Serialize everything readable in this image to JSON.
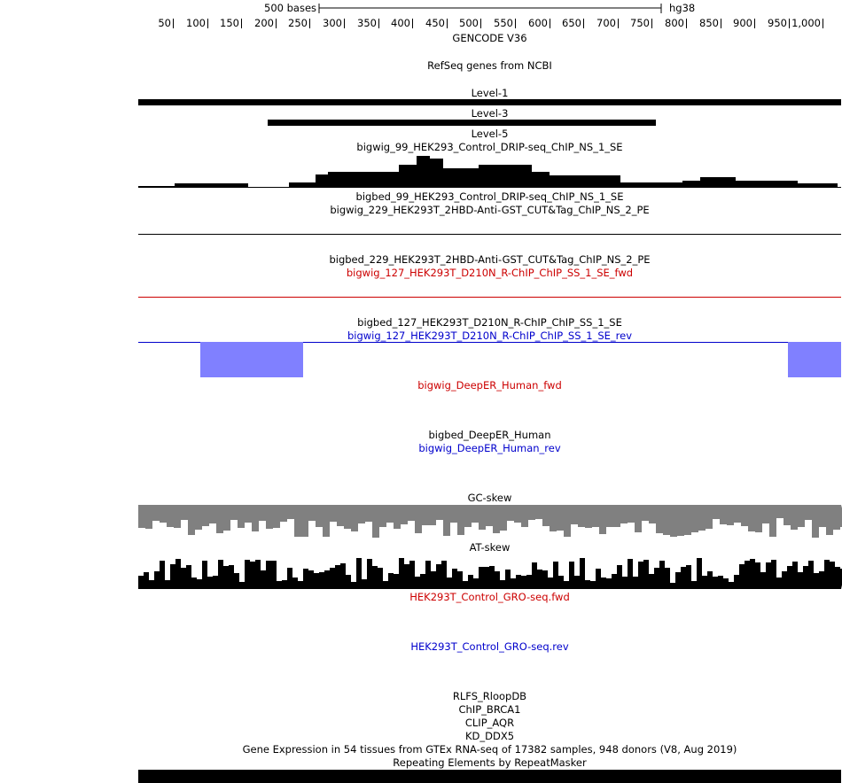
{
  "ruler": {
    "scale_label": "500 bases",
    "assembly": "hg38",
    "ticks": [
      "50",
      "100",
      "150",
      "200",
      "250",
      "300",
      "350",
      "400",
      "450",
      "500",
      "550",
      "600",
      "650",
      "700",
      "750",
      "800",
      "850",
      "900",
      "950",
      "1,000"
    ]
  },
  "tracks": {
    "gencode": "GENCODE V36",
    "refseq": "RefSeq genes from NCBI",
    "level1": "Level-1",
    "level3": "Level-3",
    "level5": "Level-5",
    "bigwig_99": "bigwig_99_HEK293_Control_DRIP-seq_ChIP_NS_1_SE",
    "bigbed_99": "bigbed_99_HEK293_Control_DRIP-seq_ChIP_NS_1_SE",
    "bigwig_229": "bigwig_229_HEK293T_2HBD-Anti-GST_CUT&Tag_ChIP_NS_2_PE",
    "bigbed_229": "bigbed_229_HEK293T_2HBD-Anti-GST_CUT&Tag_ChIP_NS_2_PE",
    "bigwig_127_fwd": "bigwig_127_HEK293T_D210N_R-ChIP_ChIP_SS_1_SE_fwd",
    "bigbed_127": "bigbed_127_HEK293T_D210N_R-ChIP_ChIP_SS_1_SE",
    "bigwig_127_rev": "bigwig_127_HEK293T_D210N_R-ChIP_ChIP_SS_1_SE_rev",
    "deeper_fwd": "bigwig_DeepER_Human_fwd",
    "deeper_bed": "bigbed_DeepER_Human",
    "deeper_rev": "bigwig_DeepER_Human_rev",
    "gc_skew": "GC-skew",
    "at_skew": "AT-skew",
    "gro_fwd": "HEK293T_Control_GRO-seq.fwd",
    "gro_rev": "HEK293T_Control_GRO-seq.rev",
    "rlfs": "RLFS_RloopDB",
    "brca1": "ChIP_BRCA1",
    "aqr": "CLIP_AQR",
    "ddx5": "KD_DDX5",
    "gtex": "Gene Expression in 54 tissues from GTEx RNA-seq of 17382 samples, 948 donors (V8, Aug 2019)",
    "repeatmasker": "Repeating Elements by RepeatMasker"
  },
  "colors": {
    "fwd": "#cc0000",
    "rev": "#0000cc",
    "bigbed_fill": "#8080ff",
    "gc_fill": "#808080",
    "black": "#000000"
  }
}
